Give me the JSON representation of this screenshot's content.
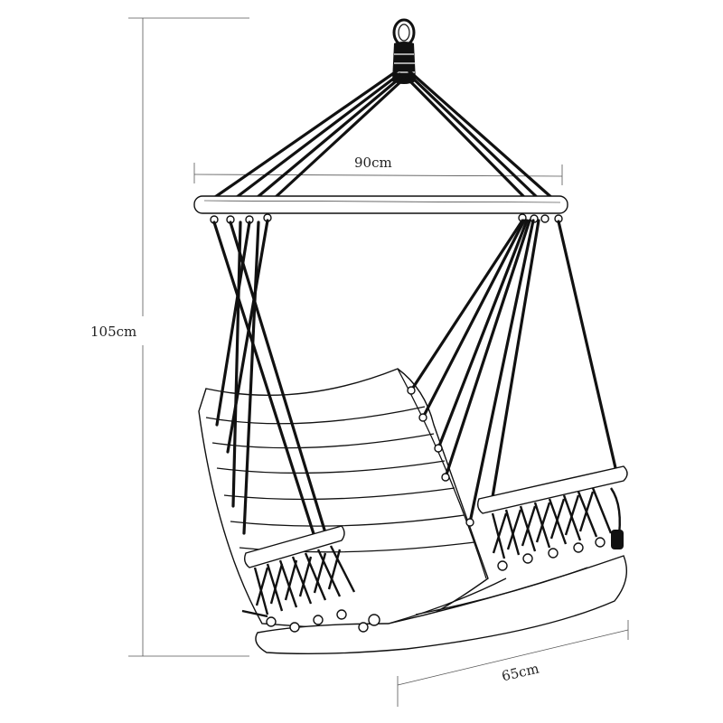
{
  "dimensions": {
    "height_label": "105cm",
    "width_label": "90cm",
    "depth_label": "65cm"
  }
}
